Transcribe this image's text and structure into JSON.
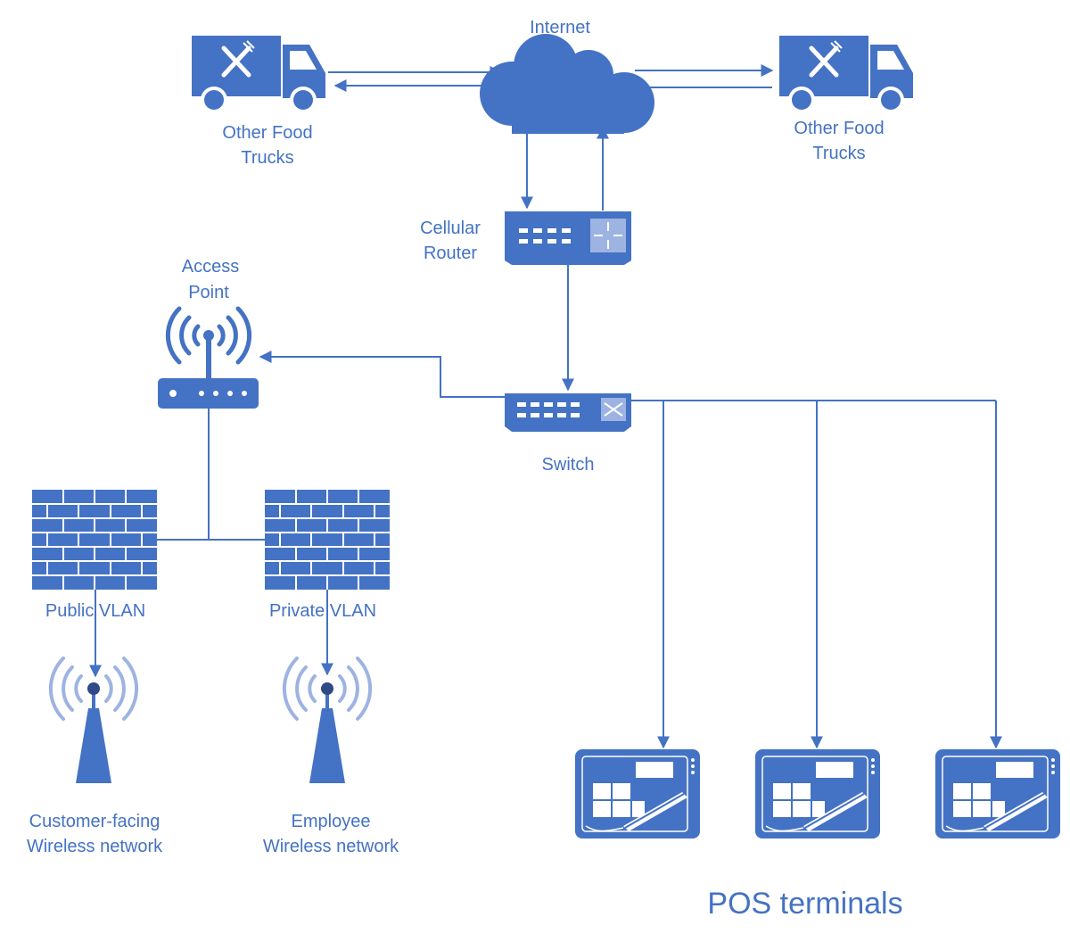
{
  "labels": {
    "internet": "Internet",
    "other_trucks_left_1": "Other Food",
    "other_trucks_left_2": "Trucks",
    "other_trucks_right_1": "Other Food",
    "other_trucks_right_2": "Trucks",
    "cellular_router_1": "Cellular",
    "cellular_router_2": "Router",
    "access_point_1": "Access",
    "access_point_2": "Point",
    "switch": "Switch",
    "public_vlan": "Public VLAN",
    "private_vlan": "Private VLAN",
    "customer_wifi_1": "Customer-facing",
    "customer_wifi_2": "Wireless network",
    "employee_wifi_1": "Employee",
    "employee_wifi_2": "Wireless network",
    "pos_terminals": "POS terminals"
  },
  "colors": {
    "primary": "#4472C4",
    "light": "#9DB3E2",
    "background": "#FFFFFF"
  },
  "icons": [
    "food-truck-icon",
    "cloud-icon",
    "router-icon",
    "access-point-icon",
    "switch-icon",
    "firewall-icon",
    "wireless-tower-icon",
    "pos-terminal-icon"
  ]
}
